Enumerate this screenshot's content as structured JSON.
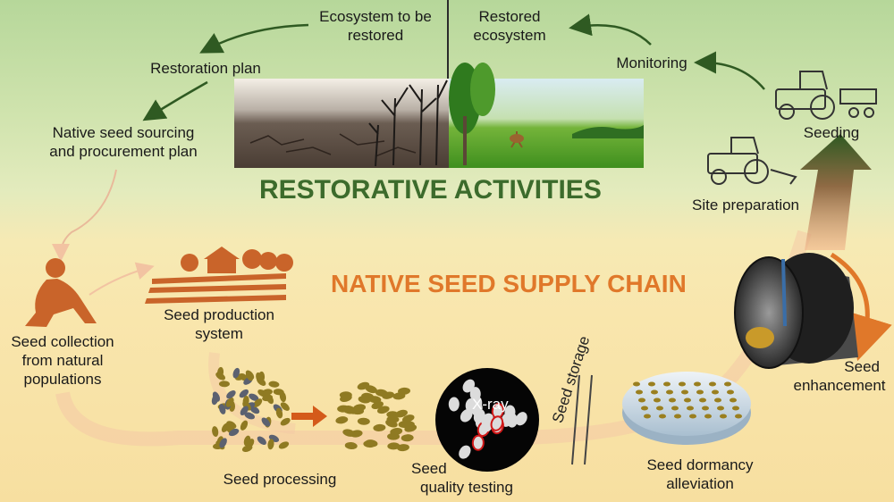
{
  "colors": {
    "green_banner": "#3c6b2c",
    "orange_banner": "#e0782a",
    "arrow_green": "#2f5a22",
    "arrow_peach": "#f4c9a6",
    "seed_brown": "#8f7a22"
  },
  "top": {
    "ecosystem_to_be_restored": [
      "Ecosystem to be",
      "restored"
    ],
    "restored_ecosystem": [
      "Restored",
      "ecosystem"
    ],
    "restoration_plan": "Restoration plan",
    "native_seed_sourcing": [
      "Native seed sourcing",
      "and procurement plan"
    ],
    "monitoring": "Monitoring",
    "seeding": "Seeding",
    "site_preparation": "Site preparation"
  },
  "banners": {
    "restorative": "RESTORATIVE ACTIVITIES",
    "supply_chain": "NATIVE SEED SUPPLY CHAIN"
  },
  "chain": {
    "seed_collection": [
      "Seed collection",
      "from natural",
      "populations"
    ],
    "seed_production": [
      "Seed production",
      "system"
    ],
    "seed_processing": "Seed processing",
    "seed_quality": [
      "Seed",
      "quality testing"
    ],
    "xray": "X-ray",
    "seed_storage": "Seed storage",
    "dormancy": [
      "Seed dormancy",
      "alleviation"
    ],
    "enhancement": [
      "Seed",
      "enhancement"
    ]
  },
  "icons": [
    "dry-landscape-icon",
    "green-meadow-icon",
    "tractor-seeder-icon",
    "tractor-plough-icon",
    "kneeling-collector-icon",
    "farm-field-icon",
    "seed-drum-icon",
    "germination-plate-icon",
    "xray-disc-icon",
    "seed-pile-icon"
  ]
}
